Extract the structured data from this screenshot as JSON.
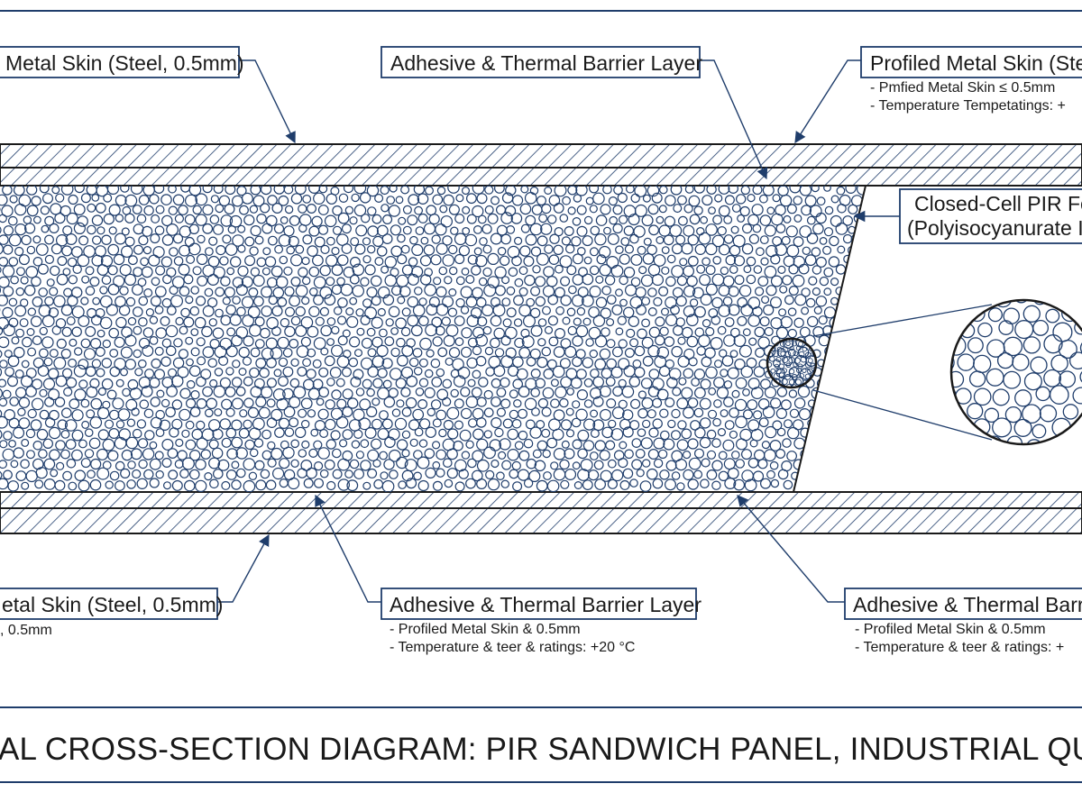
{
  "colors": {
    "ink": "#1a1a1a",
    "blueprint": "#1f3d6b",
    "background": "#ffffff"
  },
  "labels": {
    "top_left": "Metal Skin (Steel, 0.5mm)",
    "top_center": "Adhesive & Thermal Barrier Layer",
    "top_right": "Profiled Metal Skin (Stee",
    "top_right_notes": [
      "- Pmfied Metal Skin ≤ 0.5mm",
      "- Temperature Tempetatings: +"
    ],
    "core_line1": "Closed-Cell PIR Fo",
    "core_line2": "(Polyisocyanurate In",
    "bottom_left": "etal Skin (Steel, 0.5mm)",
    "bottom_left_note": ", 0.5mm",
    "bottom_center": "Adhesive & Thermal Barrier Layer",
    "bottom_center_notes": [
      "- Profiled Metal Skin & 0.5mm",
      "- Temperature & teer & ratings: +20 °C"
    ],
    "bottom_right": "Adhesive & Thermal Barric",
    "bottom_right_notes": [
      "- Profiled Metal Skin & 0.5mm",
      "- Temperature & teer & ratings: +"
    ]
  },
  "title": "AL CROSS-SECTION DIAGRAM: PIR SANDWICH PANEL, INDUSTRIAL QUAL"
}
